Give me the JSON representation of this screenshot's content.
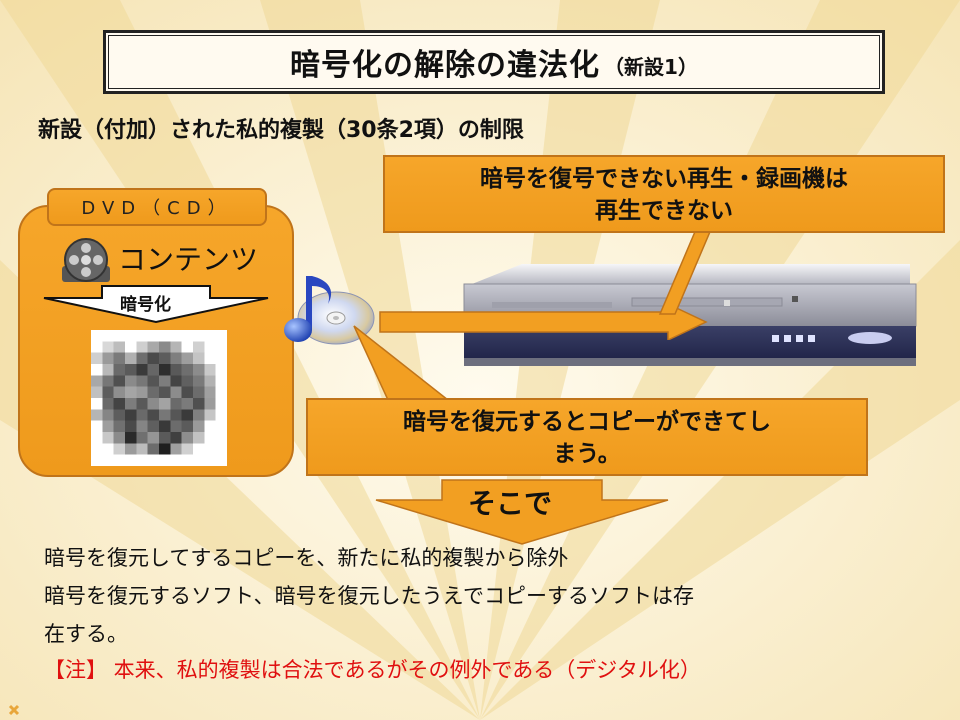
{
  "title": {
    "main": "暗号化の解除の違法化",
    "sub": "（新設1）"
  },
  "subtitle": "新設（付加）された私的複製（30条2項）の制限",
  "left_panel": {
    "tag": "DVD（CD）",
    "contents_label": "コンテンツ",
    "encryption_label": "暗号化"
  },
  "callout_top": {
    "line1": "暗号を復号できない再生・録画機は",
    "line2": "再生できない"
  },
  "callout_bottom": {
    "line1": "暗号を復元するとコピーができてし",
    "line2": "まう。"
  },
  "conclusion_arrow": "そこで",
  "body": {
    "line1": "暗号を復元してするコピーを、新たに私的複製から除外",
    "line2": "暗号を復元するソフト、暗号を復元したうえでコピーするソフトは存",
    "line3": "在する。"
  },
  "note": "【注】 本来、私的複製は合法であるがその例外である（デジタル化）",
  "colors": {
    "accent_orange": "#f29f22",
    "note_red": "#e01010",
    "background": "#fbf3dc"
  },
  "icons": [
    "film-reel-icon",
    "music-cd-icon",
    "dvd-recorder-image",
    "pixelated-image"
  ]
}
